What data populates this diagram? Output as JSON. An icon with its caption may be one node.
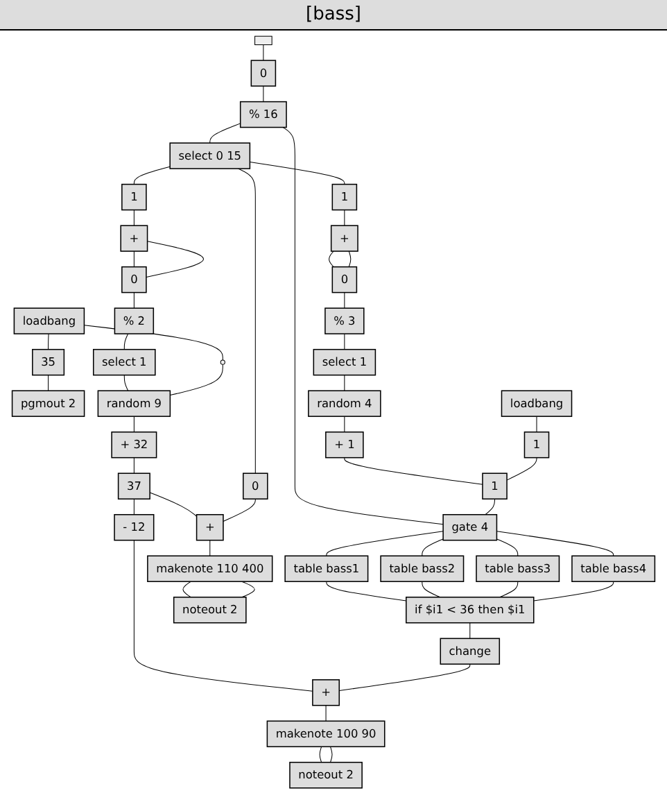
{
  "diagram": {
    "title": "[bass]",
    "nodes": [
      {
        "text": [],
        "shape": "box"
      },
      {
        "text": [
          "0"
        ]
      },
      {
        "text": [
          "loadbang"
        ]
      },
      {
        "text": [
          "% 16"
        ]
      },
      {
        "text": [
          "35"
        ]
      },
      {
        "text": [
          "pgmout 2"
        ]
      },
      {
        "text": [
          "select 0 15"
        ]
      },
      {
        "text": [
          "1"
        ]
      },
      {
        "text": [
          "1"
        ]
      },
      {
        "text": [
          "+"
        ]
      },
      {
        "text": [
          "0"
        ]
      },
      {
        "text": [],
        "shape": "circle"
      },
      {
        "text": [
          "+"
        ]
      },
      {
        "text": [
          "0"
        ]
      },
      {
        "text": [
          "% 2"
        ]
      },
      {
        "text": [
          "% 3"
        ]
      },
      {
        "text": [
          "select 1"
        ]
      },
      {
        "text": [
          "select 1"
        ]
      },
      {
        "text": [
          "random 9"
        ]
      },
      {
        "text": [
          "loadbang"
        ]
      },
      {
        "text": [
          "random 4"
        ]
      },
      {
        "text": [
          "+ 32"
        ]
      },
      {
        "text": [
          "1"
        ]
      },
      {
        "text": [
          "+ 1"
        ]
      },
      {
        "text": [
          "1"
        ]
      },
      {
        "text": [
          "gate 4"
        ]
      },
      {
        "text": [
          "37"
        ]
      },
      {
        "text": [
          "table bass1"
        ]
      },
      {
        "text": [
          "table bass2"
        ]
      },
      {
        "text": [
          "table bass3"
        ]
      },
      {
        "text": [
          "table bass4"
        ]
      },
      {
        "text": [
          "0"
        ]
      },
      {
        "text": [
          "- 12"
        ]
      },
      {
        "text": [
          "if $i1 < 36 then $i1"
        ]
      },
      {
        "text": [
          "change"
        ]
      },
      {
        "text": [
          "+"
        ]
      },
      {
        "text": [
          "+"
        ]
      },
      {
        "text": [
          "makenote 110 400"
        ]
      },
      {
        "text": [
          "makenote 100 90"
        ]
      },
      {
        "text": [
          "noteout 2"
        ]
      },
      {
        "text": [
          "noteout 2"
        ]
      }
    ],
    "edges": [
      {
        "from": 0,
        "to": 1,
        "arrow": "none"
      },
      {
        "from": 1,
        "to": 3,
        "arrow": "none"
      },
      {
        "from": 2,
        "to": 4,
        "arrow": "none"
      },
      {
        "from": 4,
        "to": 5,
        "arrow": "none"
      },
      {
        "from": 2,
        "to": 11,
        "arrow": "none"
      },
      {
        "from": 3,
        "to": 6,
        "arrow": "none"
      },
      {
        "from": 3,
        "to": 25,
        "arrow": "none"
      },
      {
        "from": 6,
        "to": 31,
        "arrow": "none"
      },
      {
        "from": 6,
        "to": 7,
        "arrow": "none"
      },
      {
        "from": 6,
        "to": 8,
        "arrow": "none"
      },
      {
        "from": 7,
        "to": 9,
        "arrow": "none"
      },
      {
        "from": 9,
        "to": 10,
        "arrow": "none"
      },
      {
        "from": 10,
        "to": 9,
        "arrow": "none"
      },
      {
        "from": 10,
        "to": 14,
        "arrow": "none"
      },
      {
        "from": 14,
        "to": 16,
        "arrow": "none"
      },
      {
        "from": 16,
        "to": 18,
        "arrow": "none"
      },
      {
        "from": 11,
        "to": 18,
        "arrow": "none"
      },
      {
        "from": 18,
        "to": 21,
        "arrow": "none"
      },
      {
        "from": 21,
        "to": 26,
        "arrow": "none"
      },
      {
        "from": 8,
        "to": 12,
        "arrow": "none"
      },
      {
        "from": 12,
        "to": 13,
        "arrow": "none"
      },
      {
        "from": 13,
        "to": 12,
        "arrow": "none"
      },
      {
        "from": 13,
        "to": 15,
        "arrow": "none"
      },
      {
        "from": 15,
        "to": 17,
        "arrow": "none"
      },
      {
        "from": 17,
        "to": 20,
        "arrow": "none"
      },
      {
        "from": 20,
        "to": 23,
        "arrow": "none"
      },
      {
        "from": 23,
        "to": 24,
        "arrow": "none"
      },
      {
        "from": 19,
        "to": 22,
        "arrow": "none"
      },
      {
        "from": 22,
        "to": 24,
        "arrow": "none"
      },
      {
        "from": 24,
        "to": 25,
        "arrow": "none"
      },
      {
        "from": 25,
        "to": 27,
        "arrow": "none"
      },
      {
        "from": 25,
        "to": 28,
        "arrow": "none"
      },
      {
        "from": 25,
        "to": 29,
        "arrow": "none"
      },
      {
        "from": 25,
        "to": 30,
        "arrow": "none"
      },
      {
        "from": 27,
        "to": 33,
        "arrow": "none"
      },
      {
        "from": 28,
        "to": 33,
        "arrow": "none"
      },
      {
        "from": 29,
        "to": 33,
        "arrow": "none"
      },
      {
        "from": 30,
        "to": 33,
        "arrow": "none"
      },
      {
        "from": 33,
        "to": 34,
        "arrow": "none"
      },
      {
        "from": 26,
        "to": 35,
        "arrow": "none"
      },
      {
        "from": 26,
        "to": 32,
        "arrow": "none"
      },
      {
        "from": 31,
        "to": 35,
        "arrow": "none"
      },
      {
        "from": 32,
        "to": 36,
        "arrow": "none"
      },
      {
        "from": 34,
        "to": 36,
        "arrow": "none"
      },
      {
        "from": 35,
        "to": 37,
        "arrow": "none"
      },
      {
        "from": 36,
        "to": 38,
        "arrow": "none"
      },
      {
        "from": 37,
        "to": 39,
        "arrow": "none"
      },
      {
        "from": 37,
        "to": 39,
        "arrow": "none"
      },
      {
        "from": 38,
        "to": 40,
        "arrow": "none"
      },
      {
        "from": 38,
        "to": 40,
        "arrow": "none"
      }
    ]
  }
}
